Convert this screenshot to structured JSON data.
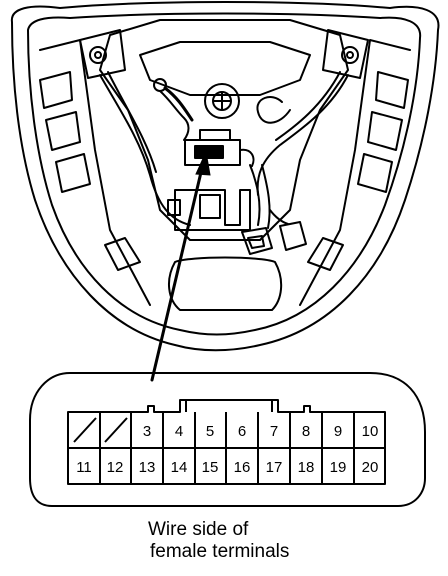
{
  "connector": {
    "top_row": [
      "",
      "",
      "3",
      "4",
      "5",
      "6",
      "7",
      "8",
      "9",
      "10"
    ],
    "bottom_row": [
      "11",
      "12",
      "13",
      "14",
      "15",
      "16",
      "17",
      "18",
      "19",
      "20"
    ],
    "blank_cavities": [
      1,
      2
    ]
  },
  "caption": {
    "line1": "Wire side of",
    "line2": "female terminals"
  }
}
